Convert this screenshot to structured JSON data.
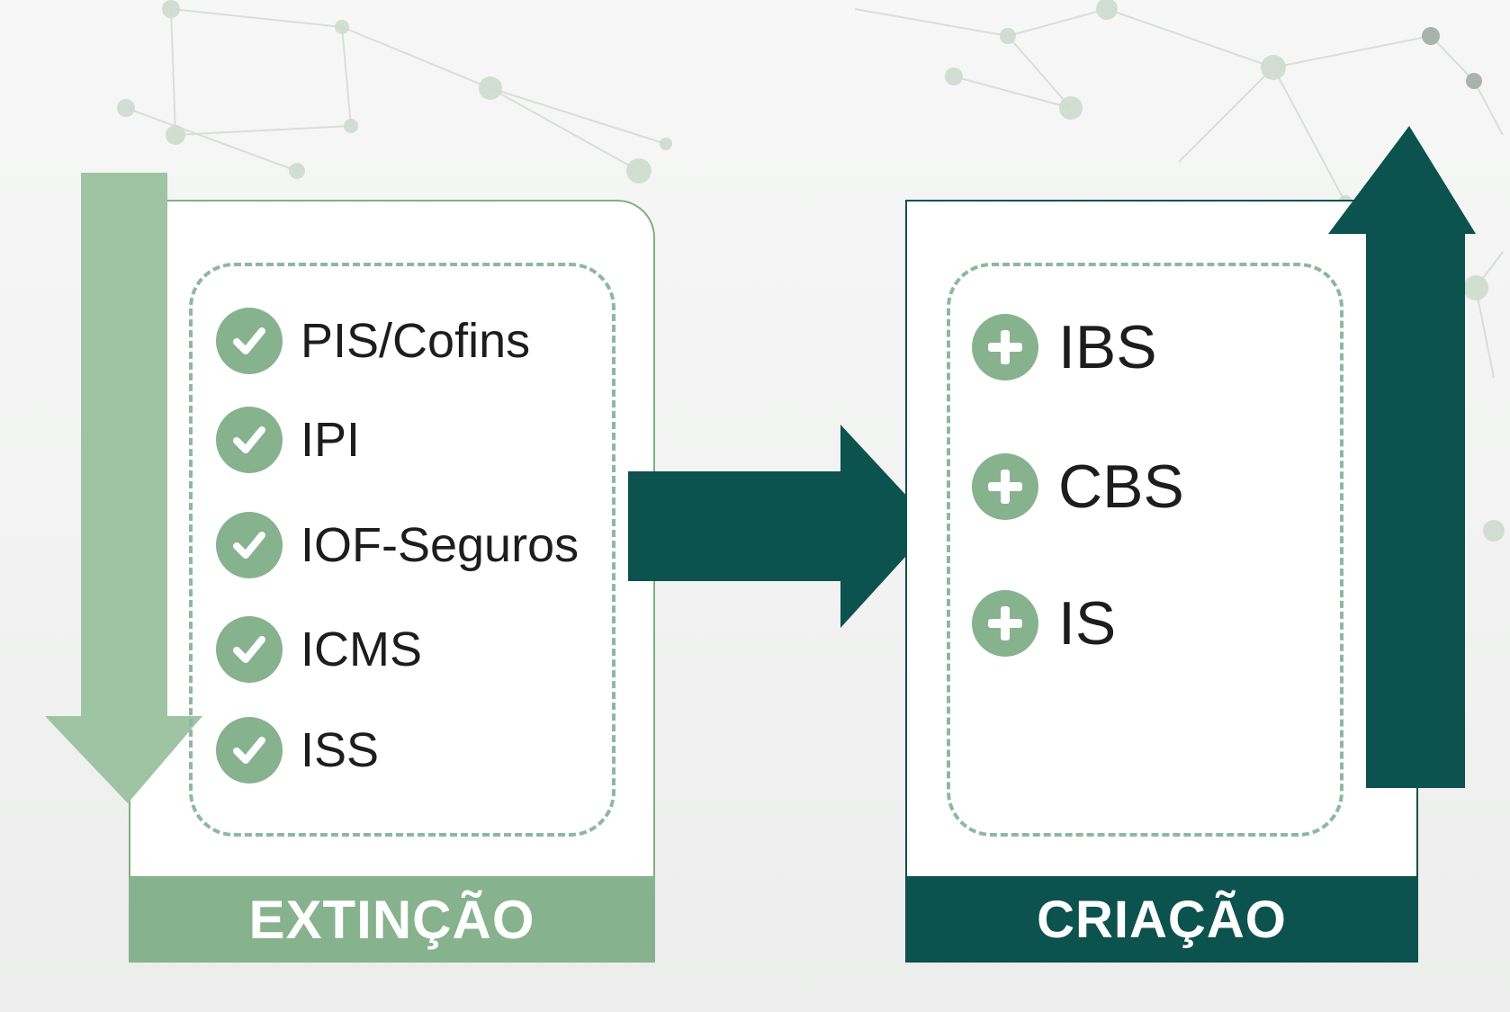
{
  "extincao": {
    "title": "EXTINÇÃO",
    "items": [
      "PIS/Cofins",
      "IPI",
      "IOF-Seguros",
      "ICMS",
      "ISS"
    ],
    "icon": "check-circle-icon"
  },
  "criacao": {
    "title": "CRIAÇÃO",
    "items": [
      "IBS",
      "CBS",
      "IS"
    ],
    "icon": "plus-circle-icon"
  },
  "colors": {
    "light_green": "#86b28e",
    "dark_teal": "#0c524e",
    "arrow_light": "#9ec4a4"
  }
}
